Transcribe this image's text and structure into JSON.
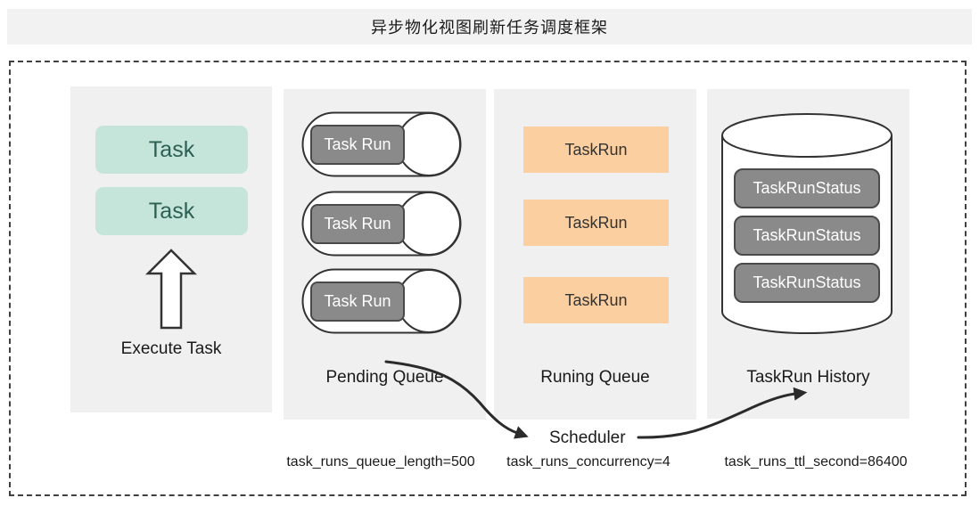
{
  "title": "异步物化视图刷新任务调度框架",
  "panels": {
    "execute": {
      "tasks": [
        "Task",
        "Task"
      ],
      "label": "Execute Task"
    },
    "pending": {
      "runs": [
        "Task Run",
        "Task Run",
        "Task Run"
      ],
      "label": "Pending Queue"
    },
    "running": {
      "runs": [
        "TaskRun",
        "TaskRun",
        "TaskRun"
      ],
      "label": "Runing Queue"
    },
    "history": {
      "statuses": [
        "TaskRunStatus",
        "TaskRunStatus",
        "TaskRunStatus"
      ],
      "label": "TaskRun History"
    }
  },
  "scheduler": {
    "label": "Scheduler"
  },
  "params": {
    "queue_length": "task_runs_queue_length=500",
    "concurrency": "task_runs_concurrency=4",
    "ttl": "task_runs_ttl_second=86400"
  },
  "colors": {
    "titlebar_bg": "#f2f2f2",
    "panel_bg": "#f0f0f0",
    "task_fill": "#c5e5da",
    "task_text": "#2d5f52",
    "taskrun_fill": "#fbcfa0",
    "taskrun_text": "#333333",
    "gray_fill": "#8a8a8a",
    "gray_border": "#4a4a4a",
    "outline": "#333333",
    "arrow": "#2b2b2b",
    "label_text": "#1a1a1a"
  }
}
